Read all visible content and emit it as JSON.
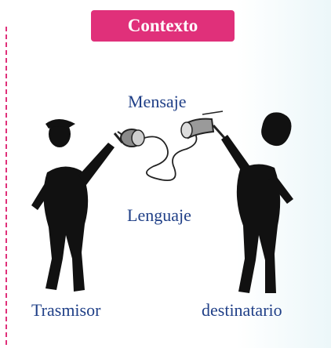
{
  "title": "Contexto",
  "labels": {
    "message": "Mensaje",
    "language": "Lenguaje",
    "sender": "Trasmisor",
    "receiver": "destinatario"
  },
  "colors": {
    "accent": "#e0307a",
    "label_text": "#1f3f87",
    "figure": "#111111"
  },
  "icons": [
    "left-person-silhouette",
    "right-person-silhouette",
    "left-can-phone",
    "right-can-phone",
    "string-wire"
  ]
}
